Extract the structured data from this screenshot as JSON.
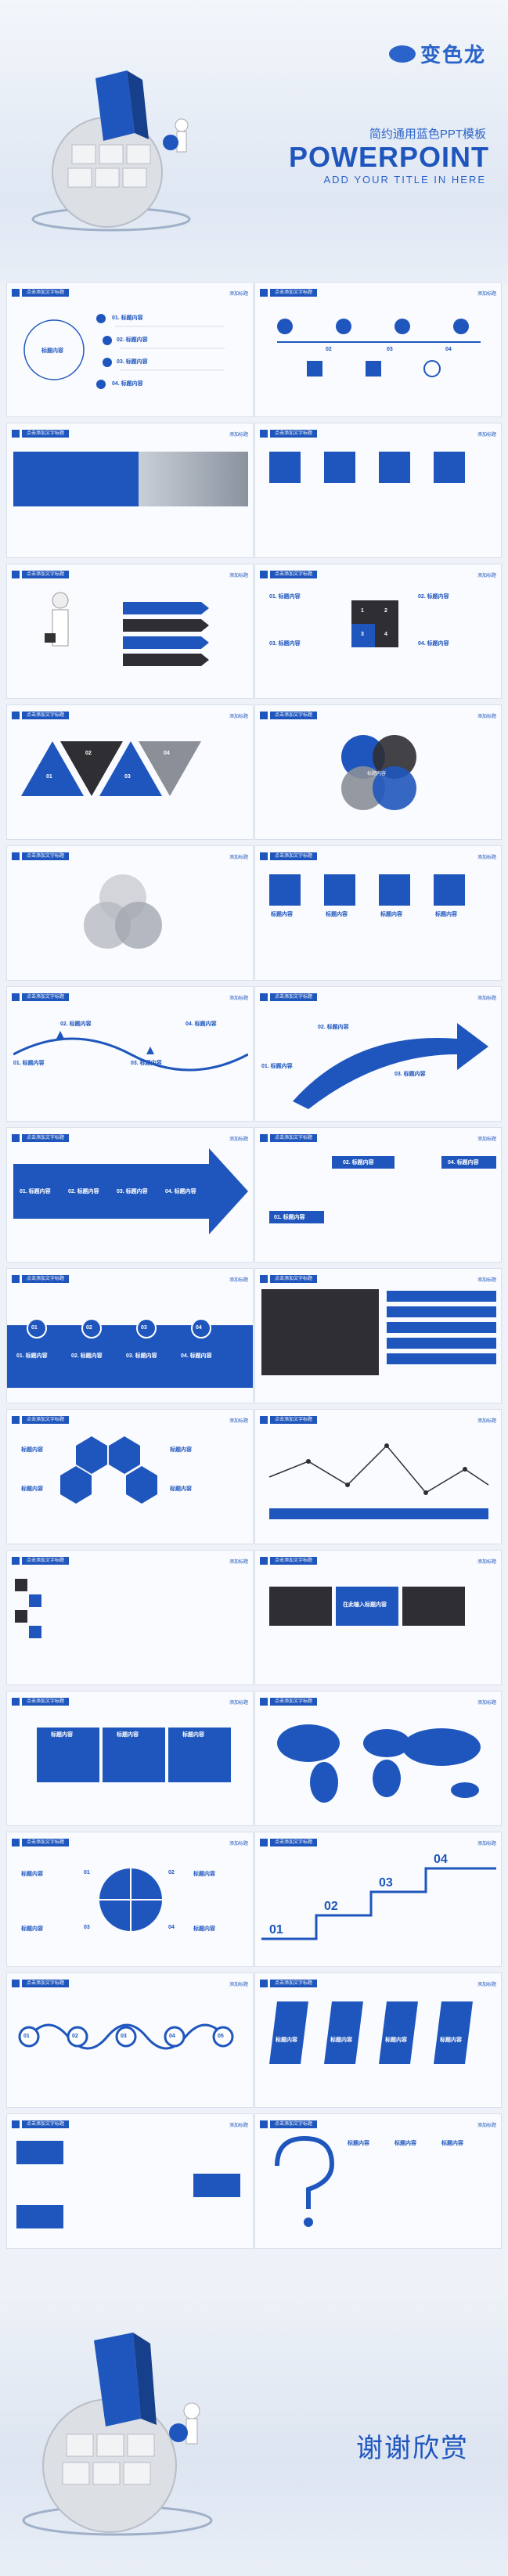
{
  "cover": {
    "brand": "变色龙",
    "subtitle": "简约通用蓝色PPT模板",
    "title": "POWERPOINT",
    "tagline": "ADD YOUR TITLE IN HERE"
  },
  "slide_header": "点击添加文字标题",
  "slide_label": "添加标题",
  "labels": {
    "title_content": "标题内容",
    "item01": "01. 标题内容",
    "item02": "02. 标题内容",
    "item03": "03. 标题内容",
    "item04": "04. 标题内容",
    "input_title": "在此输入标题内容",
    "n01": "01",
    "n02": "02",
    "n03": "03",
    "n04": "04",
    "n05": "05",
    "n1": "1",
    "n2": "2",
    "n3": "3",
    "n4": "4"
  },
  "ending": {
    "thanks": "谢谢欣赏"
  }
}
